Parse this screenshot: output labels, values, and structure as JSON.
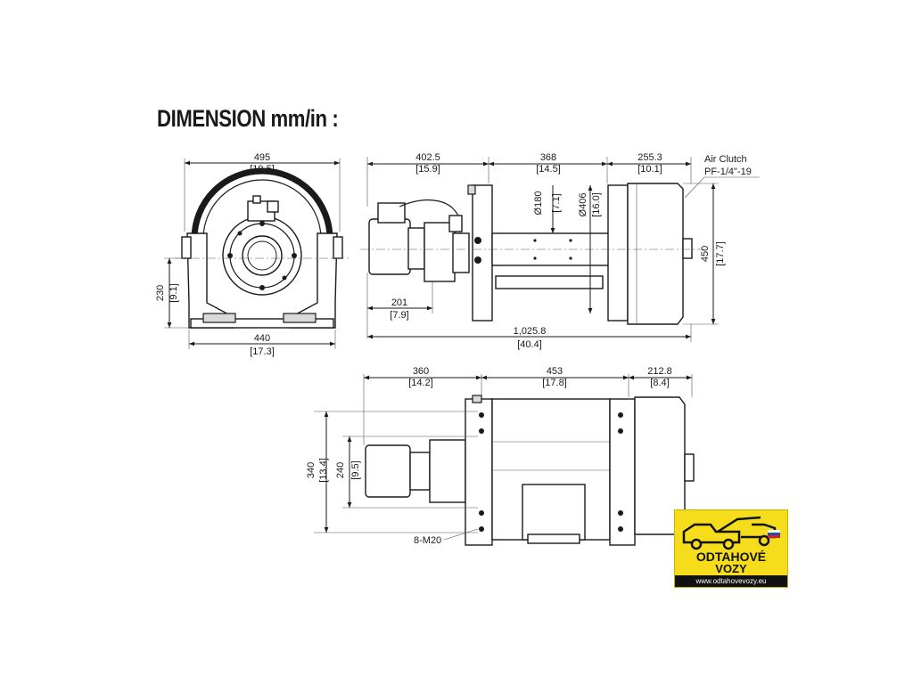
{
  "title": "DIMENSION mm/in :",
  "views": {
    "front": {
      "width_top": "495",
      "width_top_in": "[19.5]",
      "height_center": "230",
      "height_center_in": "[9.1]",
      "width_base": "440",
      "width_base_in": "[17.3]"
    },
    "side": {
      "seg1": "402.5",
      "seg1_in": "[15.9]",
      "seg2": "368",
      "seg2_in": "[14.5]",
      "seg3": "255.3",
      "seg3_in": "[10.1]",
      "note_line1": "Air Clutch",
      "note_line2": "PF-1/4\"-19",
      "dia1": "Ø180",
      "dia1_in": "[7.1]",
      "dia2": "Ø406",
      "dia2_in": "[16.0]",
      "height": "450",
      "height_in": "[17.7]",
      "motor_len": "201",
      "motor_len_in": "[7.9]",
      "total": "1,025.8",
      "total_in": "[40.4]"
    },
    "top": {
      "seg1": "360",
      "seg1_in": "[14.2]",
      "seg2": "453",
      "seg2_in": "[17.8]",
      "seg3": "212.8",
      "seg3_in": "[8.4]",
      "h_outer": "340",
      "h_outer_in": "[13.4]",
      "h_inner": "240",
      "h_inner_in": "[9.5]",
      "bolts": "8-M20"
    }
  },
  "logo": {
    "line1": "ODTAHOVÉ",
    "line2": "VOZY",
    "url": "www.odtahovevozy.eu",
    "bg_color": "#f6dd1c"
  }
}
